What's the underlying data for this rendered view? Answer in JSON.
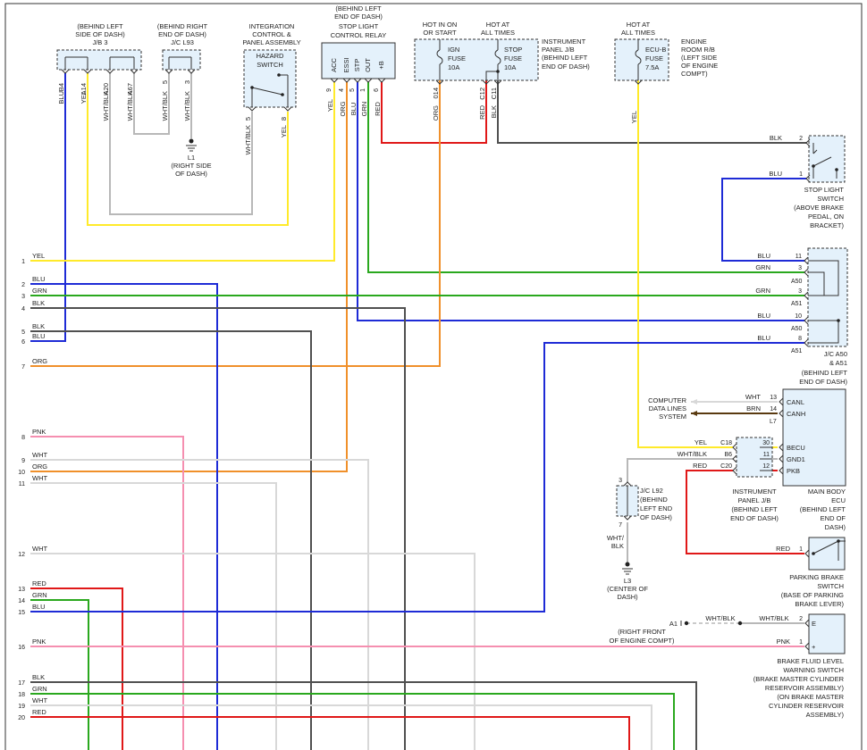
{
  "colors": {
    "YEL": "#ffea2a",
    "BLU": "#1e2bd6",
    "GRN": "#2aa81e",
    "BLK": "#505050",
    "ORG": "#f0902a",
    "PNK": "#f58fb0",
    "WHT": "#d8d8d8",
    "RED": "#e01818",
    "WHTBLK": "#b8b8b8",
    "BRN": "#5a3a10",
    "LTBLU": "#4a8fe0"
  },
  "components": {
    "jb3": {
      "title": [
        "(BEHIND LEFT",
        "SIDE OF DASH)",
        "J/B 3"
      ],
      "pins": [
        "B4",
        "A14",
        "A20",
        "A67"
      ]
    },
    "jcl93": {
      "title": [
        "(BEHIND RIGHT",
        "END OF DASH)",
        "J/C L93"
      ],
      "pins": [
        "5",
        "3"
      ]
    },
    "ground_l1": {
      "label": [
        "L1",
        "(RIGHT SIDE",
        "OF DASH)"
      ]
    },
    "integration": {
      "title": [
        "INTEGRATION",
        "CONTROL &",
        "PANEL ASSEMBLY"
      ],
      "inner": [
        "HAZARD",
        "SWITCH"
      ],
      "pins": [
        "5",
        "8"
      ]
    },
    "relay": {
      "title": [
        "(BEHIND LEFT",
        "END OF DASH)",
        "STOP LIGHT",
        "CONTROL RELAY"
      ],
      "terms": [
        "ACC",
        "ESSI",
        "STP",
        "OUT",
        "+B"
      ],
      "pins": [
        "9",
        "4",
        "5",
        "1",
        "6"
      ]
    },
    "ipjb": {
      "hot1": [
        "HOT IN ON",
        "OR START"
      ],
      "hot2": [
        "HOT AT",
        "ALL TIMES"
      ],
      "fuse1": [
        "IGN",
        "FUSE",
        "10A"
      ],
      "fuse2": [
        "STOP",
        "FUSE",
        "10A"
      ],
      "title": [
        "INSTRUMENT",
        "PANEL J/B",
        "(BEHIND LEFT",
        "END OF DASH)"
      ],
      "pins": [
        "014",
        "C12",
        "C11"
      ]
    },
    "ecub": {
      "hot": [
        "HOT AT",
        "ALL TIMES"
      ],
      "fuse": [
        "ECU-B",
        "FUSE",
        "7.5A"
      ],
      "title": [
        "ENGINE",
        "ROOM R/B",
        "(LEFT SIDE",
        "OF ENGINE",
        "COMPT)"
      ]
    },
    "stopsw": {
      "label": [
        "STOP LIGHT",
        "SWITCH",
        "(ABOVE BRAKE",
        "PEDAL, ON",
        "BRACKET)"
      ],
      "pins": [
        "2",
        "1"
      ]
    },
    "jca50": {
      "label": [
        "J/C A50",
        "& A51",
        "(BEHIND LEFT",
        "END OF DASH)"
      ],
      "pins": [
        "11",
        "3",
        "3",
        "10",
        "8"
      ],
      "conns": [
        "A50",
        "A51",
        "A50",
        "A51"
      ]
    },
    "mainbody": {
      "label": [
        "MAIN BODY",
        "ECU",
        "(BEHIND LEFT",
        "END OF",
        "DASH)"
      ],
      "terms": [
        "CANL",
        "CANH",
        "BECU",
        "GND1",
        "PKB"
      ],
      "pins": [
        "13",
        "14",
        "30",
        "11",
        "12"
      ],
      "conn": "L7",
      "ipjb_pins": [
        "C18",
        "B6",
        "C20"
      ],
      "ipjb_label": [
        "INSTRUMENT",
        "PANEL J/B",
        "(BEHIND LEFT",
        "END OF DASH)"
      ]
    },
    "computer": {
      "label": [
        "COMPUTER",
        "DATA LINES",
        "SYSTEM"
      ]
    },
    "jcl92": {
      "label": [
        "J/C L92",
        "(BEHIND",
        "LEFT END",
        "OF DASH)"
      ],
      "pins": [
        "3",
        "7"
      ]
    },
    "ground_l3": {
      "label": [
        "L3",
        "(CENTER OF",
        "DASH)"
      ],
      "wire": [
        "WHT/",
        "BLK"
      ]
    },
    "parking": {
      "label": [
        "PARKING BRAKE",
        "SWITCH",
        "(BASE OF PARKING",
        "BRAKE LEVER)"
      ],
      "pin": "1"
    },
    "fluid": {
      "label": [
        "BRAKE FLUID LEVEL",
        "WARNING SWITCH",
        "(BRAKE MASTER CYLINDER",
        "RESERVOIR ASSEMBLY)",
        "(ON BRAKE MASTER",
        "CYLINDER RESERVOIR",
        "ASSEMBLY)"
      ],
      "terms": [
        "E",
        "+"
      ],
      "pins": [
        "2",
        "1"
      ],
      "a1": "A1",
      "a1_label": [
        "(RIGHT FRONT",
        "OF ENGINE COMPT)"
      ]
    }
  },
  "wire_labels": {
    "jb3": [
      "BLU",
      "YEL",
      "WHT/BLK",
      "WHT/BLK"
    ],
    "jcl93": [
      "WHT/BLK",
      "WHT/BLK"
    ],
    "hazard": [
      "WHT/BLK",
      "YEL"
    ],
    "relay": [
      "YEL",
      "ORG",
      "BLU",
      "GRN",
      "RED"
    ],
    "ipjb": [
      "ORG",
      "RED",
      "BLK"
    ],
    "ecub": "YEL",
    "stopsw": [
      "BLK",
      "BLU"
    ],
    "jca50": [
      "BLU",
      "GRN",
      "GRN",
      "BLU",
      "BLU"
    ],
    "mainbody": [
      "WHT",
      "BRN",
      "YEL",
      "WHT/BLK",
      "RED"
    ],
    "parking": "RED",
    "fluid": [
      "WHT/BLK",
      "WHT/BLK",
      "PNK"
    ]
  },
  "left_lines": [
    {
      "num": "1",
      "label": "YEL"
    },
    {
      "num": "2",
      "label": "BLU"
    },
    {
      "num": "3",
      "label": "GRN"
    },
    {
      "num": "4",
      "label": "BLK"
    },
    {
      "num": "5",
      "label": "BLK"
    },
    {
      "num": "6",
      "label": "BLU"
    },
    {
      "num": "7",
      "label": "ORG"
    },
    {
      "num": "8",
      "label": "PNK"
    },
    {
      "num": "9",
      "label": "WHT"
    },
    {
      "num": "10",
      "label": "ORG"
    },
    {
      "num": "11",
      "label": "WHT"
    },
    {
      "num": "12",
      "label": "WHT"
    },
    {
      "num": "13",
      "label": "RED"
    },
    {
      "num": "14",
      "label": "GRN"
    },
    {
      "num": "15",
      "label": "BLU"
    },
    {
      "num": "16",
      "label": "PNK"
    },
    {
      "num": "17",
      "label": "BLK"
    },
    {
      "num": "18",
      "label": "GRN"
    },
    {
      "num": "19",
      "label": "WHT"
    },
    {
      "num": "20",
      "label": "RED"
    }
  ]
}
